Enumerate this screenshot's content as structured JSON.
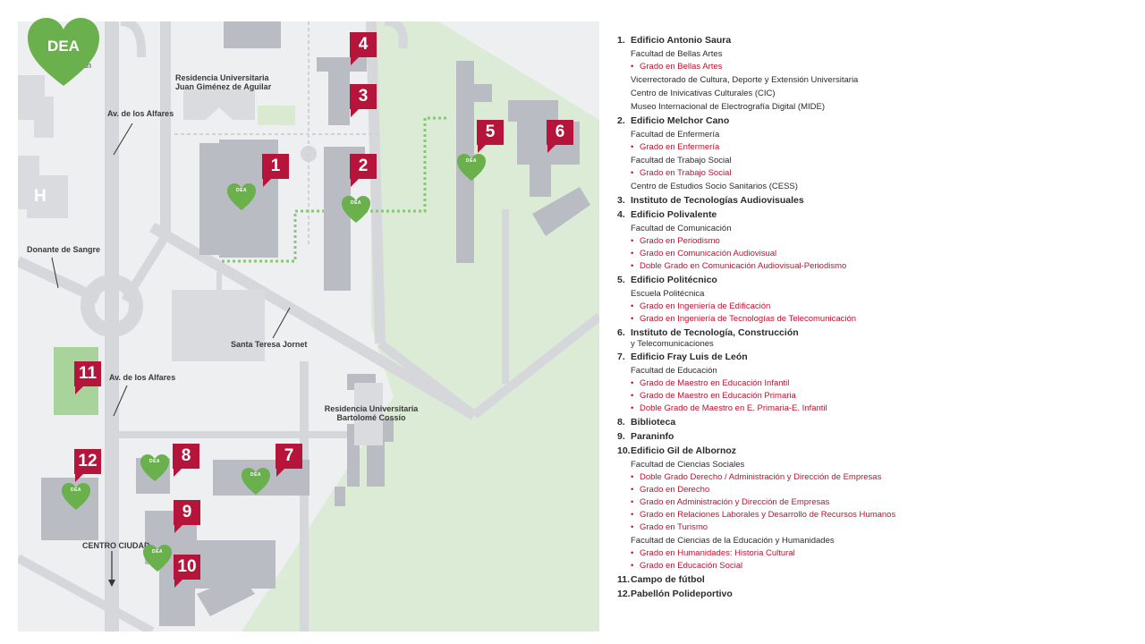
{
  "logo": {
    "text": "DEA",
    "color": "#6ab04c"
  },
  "colors": {
    "pin": "#b5153a",
    "heart": "#6ab04c",
    "building": "#b9bcc2",
    "green_area": "#dcebd5",
    "road": "#d7d9dc"
  },
  "map": {
    "labels": {
      "partial_top": "…nán",
      "residencia_juan_l1": "Residencia Universitaria",
      "residencia_juan_l2": "Juan Giménez de Aguilar",
      "av_alfares_top": "Av. de los Alfares",
      "donante": "Donante de Sangre",
      "hospital": "H",
      "santa_teresa": "Santa Teresa Jornet",
      "av_alfares_bottom": "Av. de los Alfares",
      "residencia_bartolome_l1": "Residencia Universitaria",
      "residencia_bartolome_l2": "Bartolomé Cossío",
      "centro_ciudad": "CENTRO CIUDAD"
    },
    "pins": [
      "4",
      "3",
      "1",
      "2",
      "5",
      "6",
      "11",
      "12",
      "8",
      "7",
      "9",
      "10"
    ],
    "dea_label": "DEA"
  },
  "legend": [
    {
      "num": "1.",
      "title": "Edificio Antonio Saura",
      "items": [
        {
          "type": "sub",
          "text": "Facultad de Bellas Artes"
        },
        {
          "type": "degree",
          "text": "Grado en Bellas Artes"
        },
        {
          "type": "sub",
          "text": "Vicerrectorado de Cultura, Deporte y Extensión Universitaria"
        },
        {
          "type": "sub",
          "text": "Centro de Inivicativas Culturales (CIC)"
        },
        {
          "type": "sub",
          "text": "Museo Internacional de Electrografía Digital (MIDE)"
        }
      ]
    },
    {
      "num": "2.",
      "title": "Edificio Melchor Cano",
      "items": [
        {
          "type": "sub",
          "text": "Facultad de Enfermería"
        },
        {
          "type": "degree",
          "text": "Grado en Enfermería"
        },
        {
          "type": "sub",
          "text": "Facultad de Trabajo Social"
        },
        {
          "type": "degree",
          "text": "Grado en Trabajo Social"
        },
        {
          "type": "sub",
          "text": "Centro de Estudios Socio Sanitarios (CESS)"
        }
      ]
    },
    {
      "num": "3.",
      "title": "Instituto de Tecnologías Audiovisuales",
      "items": []
    },
    {
      "num": "4.",
      "title": "Edificio Polivalente",
      "items": [
        {
          "type": "sub",
          "text": "Facultad de Comunicación"
        },
        {
          "type": "degree",
          "text": "Grado en Periodismo"
        },
        {
          "type": "degree",
          "text": "Grado en Comunicación Audiovisual"
        },
        {
          "type": "degree",
          "text": "Doble Grado en Comunicación Audiovisual-Periodismo"
        }
      ]
    },
    {
      "num": "5.",
      "title": "Edificio Politécnico",
      "items": [
        {
          "type": "sub",
          "text": "Escuela Politécnica"
        },
        {
          "type": "degree",
          "text": "Grado en Ingeniería de Edificación"
        },
        {
          "type": "degree",
          "text": "Grado en Ingeniería de Tecnologías de Telecomunicación"
        }
      ]
    },
    {
      "num": "6.",
      "title": "Instituto de Tecnología, Construcción",
      "items": [
        {
          "type": "sub_small",
          "text": "y Telecomunicaciones"
        }
      ]
    },
    {
      "num": "7.",
      "title": "Edificio Fray Luis de León",
      "items": [
        {
          "type": "sub",
          "text": "Facultad de Educación"
        },
        {
          "type": "degree",
          "text": "Grado de Maestro en Educación Infantil"
        },
        {
          "type": "degree",
          "text": "Grado de Maestro en Educación Primaria"
        },
        {
          "type": "degree",
          "text": "Doble Grado de Maestro en E. Primaria-E. Infantil"
        }
      ]
    },
    {
      "num": "8.",
      "title": "Biblioteca",
      "items": []
    },
    {
      "num": "9.",
      "title": "Paraninfo",
      "items": []
    },
    {
      "num": "10.",
      "title": "Edificio Gil de Albornoz",
      "items": [
        {
          "type": "sub",
          "text": "Facultad de Ciencias Sociales"
        },
        {
          "type": "degree",
          "text": "Doble Grado Derecho / Administración y Dirección de Empresas"
        },
        {
          "type": "degree",
          "text": "Grado en Derecho"
        },
        {
          "type": "degree",
          "text": "Grado en Administración y Dirección de Empresas"
        },
        {
          "type": "degree",
          "text": "Grado en Relaciones Laborales y Desarrollo de Recursos Humanos"
        },
        {
          "type": "degree",
          "text": "Grado en Turismo"
        },
        {
          "type": "sub",
          "text": "Facultad de Ciencias de la Educación y Humanidades"
        },
        {
          "type": "degree",
          "text": "Grado en Humanidades: Historia Cultural"
        },
        {
          "type": "degree",
          "text": "Grado en Educación Social"
        }
      ]
    },
    {
      "num": "11.",
      "title": "Campo de fútbol",
      "items": []
    },
    {
      "num": "12.",
      "title": "Pabellón Polideportivo",
      "items": []
    }
  ]
}
